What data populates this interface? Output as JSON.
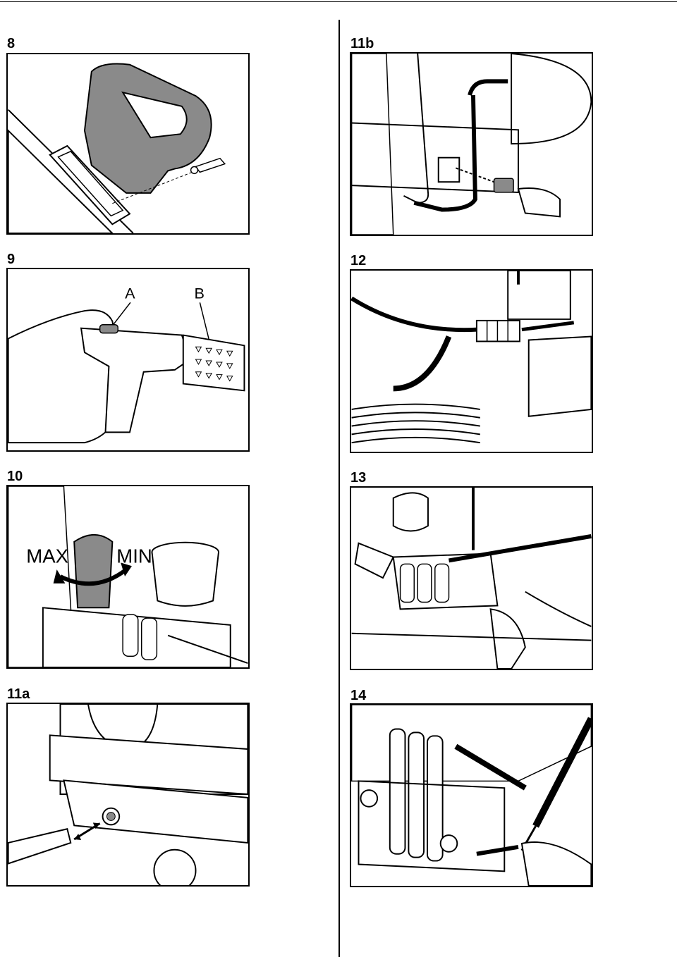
{
  "figures": {
    "fig8": {
      "label": "8"
    },
    "fig9": {
      "label": "9",
      "callout_a": "A",
      "callout_b": "B"
    },
    "fig10": {
      "label": "10",
      "callout_max": "MAX",
      "callout_min": "MIN"
    },
    "fig11a": {
      "label": "11a"
    },
    "fig11b": {
      "label": "11b"
    },
    "fig12": {
      "label": "12"
    },
    "fig13": {
      "label": "13"
    },
    "fig14": {
      "label": "14"
    }
  },
  "colors": {
    "ink": "#000000",
    "shade": "#8a8a8a",
    "paper": "#ffffff"
  }
}
